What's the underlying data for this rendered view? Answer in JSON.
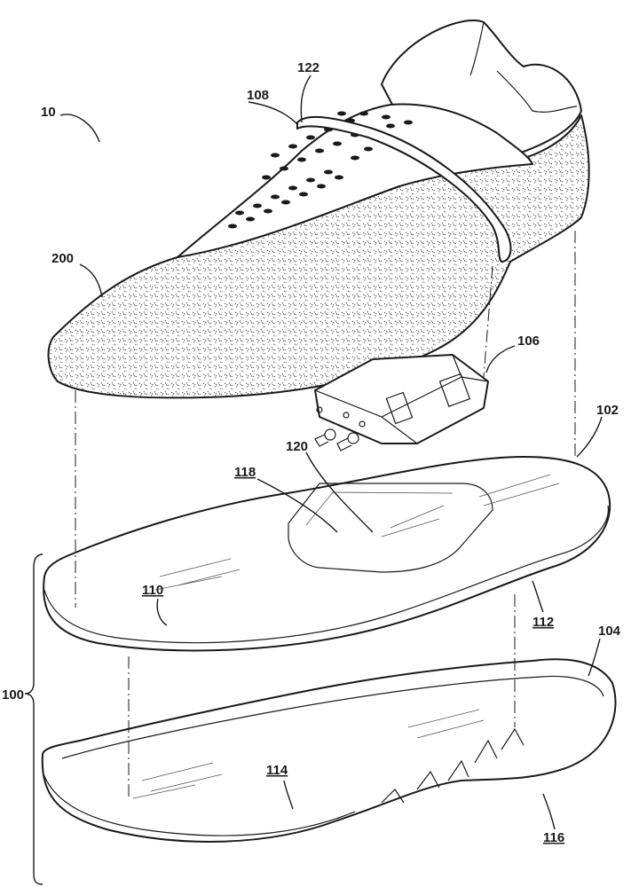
{
  "labels": {
    "assembly": "10",
    "loop_strap": "108",
    "strap_end": "122",
    "upper": "200",
    "module": "106",
    "insole": "102",
    "recess_label": "118",
    "recess_floor": "120",
    "insole_top": "110",
    "insole_side": "112",
    "midsole": "104",
    "sole_structure": "100",
    "midsole_top": "114",
    "midsole_side": "116"
  },
  "colors": {
    "line": "#1a1a1a",
    "background": "#ffffff"
  }
}
